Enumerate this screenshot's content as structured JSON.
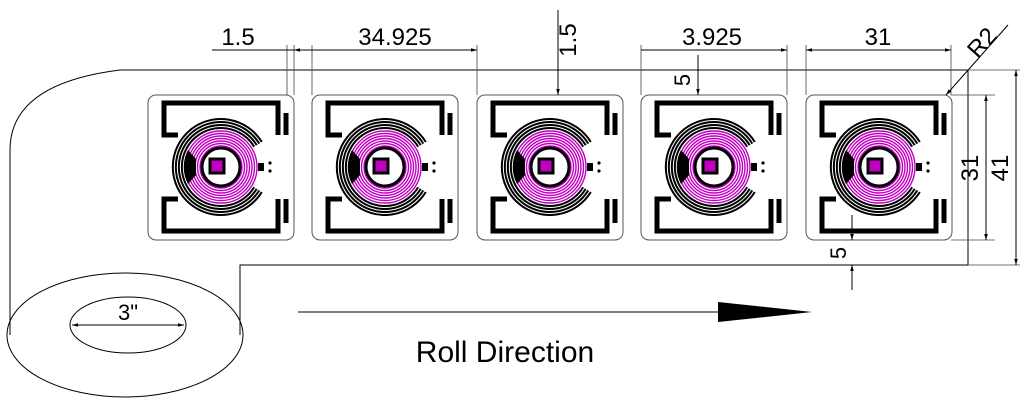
{
  "dimensions": {
    "gap_left": "1.5",
    "pitch": "34.925",
    "gap_vertical": "1.5",
    "offset": "3.925",
    "tag_width": "31",
    "corner_radius": "R2",
    "top_margin": "5",
    "bottom_margin": "5",
    "tag_height": "31",
    "web_width": "41",
    "core_diameter": "3\""
  },
  "caption": "Roll Direction",
  "tag_count": 5,
  "colors": {
    "coil": "#c000c0",
    "line": "#000000"
  }
}
